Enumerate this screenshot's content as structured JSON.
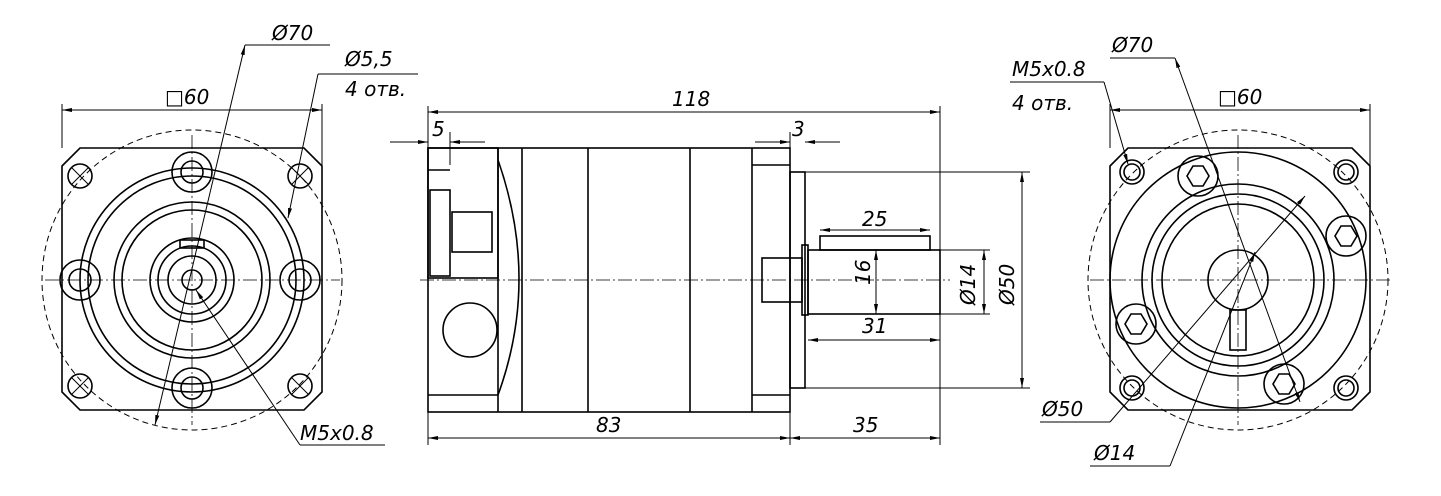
{
  "left_view": {
    "dia_bolt_circle": "Ø70",
    "dia_hole": "Ø5,5",
    "hole_count": "4 отв.",
    "square": "□60",
    "thread": "M5x0.8"
  },
  "side_view": {
    "overall_length": "118",
    "flange_5": "5",
    "gap_3": "3",
    "key_length": "25",
    "shaft_16": "16",
    "shaft_dia": "Ø14",
    "pilot_dia": "Ø50",
    "shaft_31": "31",
    "body_length": "83",
    "shaft_length": "35"
  },
  "right_view": {
    "thread": "M5x0.8",
    "hole_count": "4 отв.",
    "dia_bolt_circle": "Ø70",
    "square": "□60",
    "pilot_dia": "Ø50",
    "shaft_dia": "Ø14"
  }
}
